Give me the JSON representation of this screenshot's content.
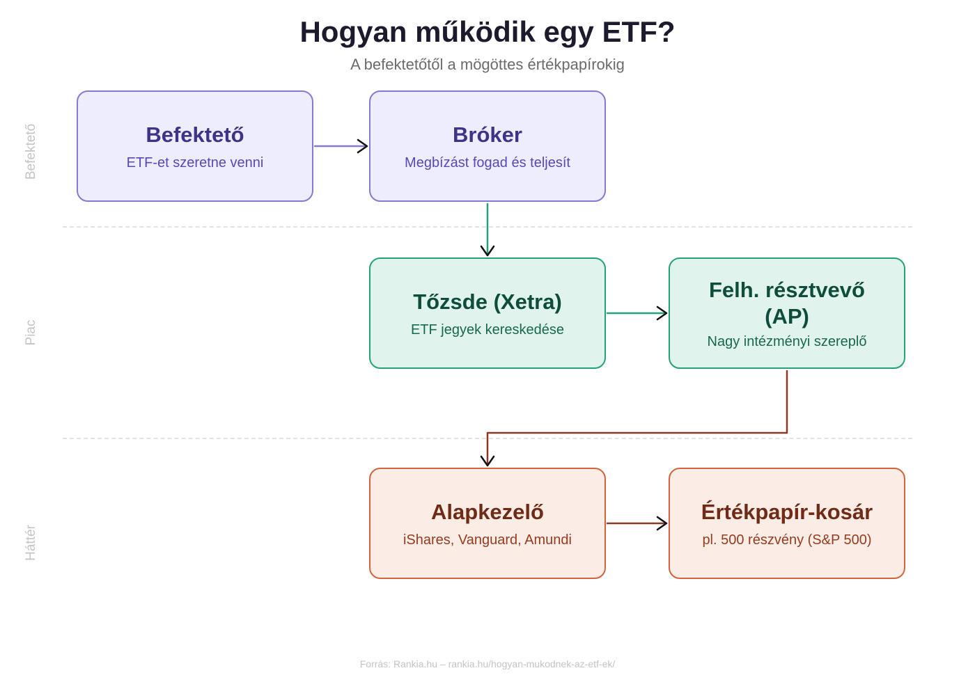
{
  "header": {
    "title": "Hogyan működik egy ETF?",
    "subtitle": "A befektetőtől a mögöttes értékpapírokig"
  },
  "lanes": [
    "Befektető",
    "Piac",
    "Háttér"
  ],
  "nodes": {
    "investor": {
      "title": "Befektető",
      "subtitle": "ETF-et szeretne venni"
    },
    "broker": {
      "title": "Bróker",
      "subtitle": "Megbízást fogad és teljesít"
    },
    "exchange": {
      "title": "Tőzsde (Xetra)",
      "subtitle": "ETF jegyek kereskedése"
    },
    "ap": {
      "title": "Felh. résztvevő (AP)",
      "subtitle": "Nagy intézményi szereplő"
    },
    "fund_manager": {
      "title": "Alapkezelő",
      "subtitle": "iShares, Vanguard, Amundi"
    },
    "basket": {
      "title": "Értékpapír-kosár",
      "subtitle": "pl. 500 részvény (S&P 500)"
    }
  },
  "colors": {
    "investor_lane": "#8479d4",
    "market_lane": "#24a07a",
    "background_lane": "#d2643c"
  },
  "footer": "Forrás: Rankia.hu – rankia.hu/hogyan-mukodnek-az-etf-ek/"
}
